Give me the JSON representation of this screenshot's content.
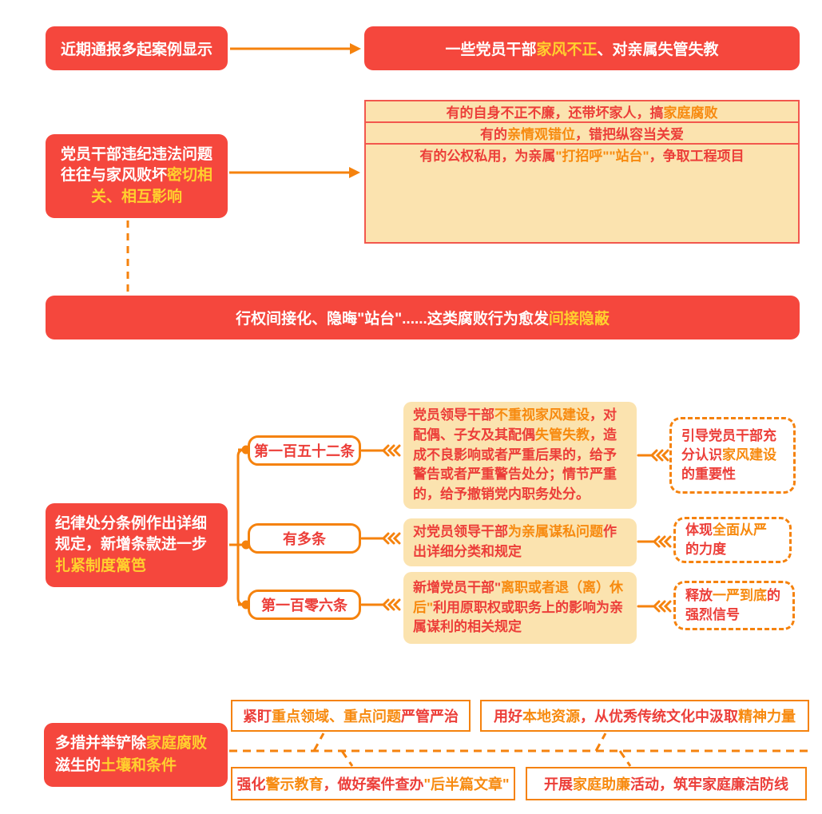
{
  "colors": {
    "red_fill": "#f5473d",
    "red_text": "#ec3e39",
    "orange_line": "#f5820d",
    "orange_highlight": "#f78a0f",
    "yellow_highlight": "#ffd02e",
    "cream_fill": "#fbe3af",
    "table_border": "#f2574d"
  },
  "section1": {
    "source": "近期通报多起案例显示",
    "result": [
      {
        "t": "一些党员干部"
      },
      {
        "t": "家风不正",
        "c": "yellow"
      },
      {
        "t": "、对亲属失管失教"
      }
    ]
  },
  "section2": {
    "source": [
      {
        "t": "党员干部违纪违法问题往往与家风败坏"
      },
      {
        "t": "密切相关、相互影响",
        "c": "yellow"
      }
    ],
    "problems": [
      [
        {
          "t": "有的自身不正不廉，还带坏家人，搞"
        },
        {
          "t": "家庭腐败",
          "c": "orange"
        }
      ],
      [
        {
          "t": "有的"
        },
        {
          "t": "亲情观错位",
          "c": "orange"
        },
        {
          "t": "，错把纵容当关爱"
        }
      ],
      [
        {
          "t": "有的公权私用，为亲属"
        },
        {
          "t": "\"打招呼\"\"站台\"",
          "c": "orange"
        },
        {
          "t": "，争取工程项目"
        }
      ]
    ],
    "banner": [
      {
        "t": "行权间接化、隐晦\"站台\"......这类腐败行为愈发"
      },
      {
        "t": "间接隐蔽",
        "c": "yellow"
      }
    ]
  },
  "section3": {
    "source": [
      {
        "t": "纪律处分条例作出详细规定，新增条款进一步"
      },
      {
        "t": "扎紧制度篱笆",
        "c": "yellow"
      }
    ],
    "rows": [
      {
        "label": "第一百五十二条",
        "content": [
          {
            "t": "党员领导干部"
          },
          {
            "t": "不重视家风建设",
            "c": "orange"
          },
          {
            "t": "，对配偶、子女及其配偶"
          },
          {
            "t": "失管失教",
            "c": "orange"
          },
          {
            "t": "，造成不良影响或者严重后果的，给予警告或者严重警告处分；情节严重的，给予撤销党内职务处分。"
          }
        ],
        "note": [
          {
            "t": "引导党员干部充分认识"
          },
          {
            "t": "家风建设",
            "c": "orange"
          },
          {
            "t": "的重要性"
          }
        ]
      },
      {
        "label": "有多条",
        "content": [
          {
            "t": "对党员领导干部"
          },
          {
            "t": "为亲属谋私问题",
            "c": "orange"
          },
          {
            "t": "作出详细分类和规定"
          }
        ],
        "note": [
          {
            "t": "体现"
          },
          {
            "t": "全面从严",
            "c": "orange"
          },
          {
            "t": "的力度"
          }
        ]
      },
      {
        "label": "第一百零六条",
        "content": [
          {
            "t": "新增党员干部\""
          },
          {
            "t": "离职或者退（离）休后\"",
            "c": "orange"
          },
          {
            "t": "利用原职权或职务上的影响为亲属谋利的相关规定"
          }
        ],
        "note": [
          {
            "t": "释放"
          },
          {
            "t": "一严到底",
            "c": "orange"
          },
          {
            "t": "的强烈信号"
          }
        ]
      }
    ]
  },
  "section4": {
    "source": [
      {
        "t": "多措并举铲除"
      },
      {
        "t": "家庭腐败",
        "c": "yellow"
      },
      {
        "t": "滋生的"
      },
      {
        "t": "土壤和条件",
        "c": "yellow"
      }
    ],
    "measures": [
      [
        {
          "t": "紧盯"
        },
        {
          "t": "重点领域、重点问题",
          "c": "orange"
        },
        {
          "t": "严管严治"
        }
      ],
      [
        {
          "t": "用好"
        },
        {
          "t": "本地资源",
          "c": "orange"
        },
        {
          "t": "，从优秀传统文化中汲取"
        },
        {
          "t": "精神力量",
          "c": "orange"
        }
      ],
      [
        {
          "t": "强化"
        },
        {
          "t": "警示教育",
          "c": "orange"
        },
        {
          "t": "，做好案件查办"
        },
        {
          "t": "\"后半篇文章\"",
          "c": "orange"
        }
      ],
      [
        {
          "t": "开展"
        },
        {
          "t": "家庭助廉",
          "c": "orange"
        },
        {
          "t": "活动，筑牢家庭廉洁防线"
        }
      ]
    ]
  }
}
